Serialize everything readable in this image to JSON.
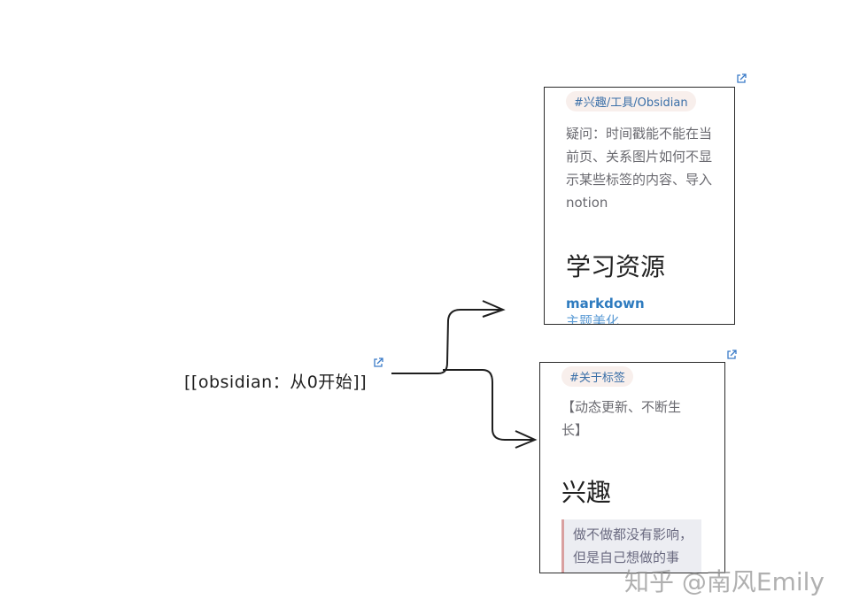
{
  "node_label": "[[obsidian：从0开始]]",
  "cards": [
    {
      "tag": "#兴趣/工具/Obsidian",
      "text": "疑问：时间戳能不能在当前页、关系图片如何不显示某些标签的内容、导入notion",
      "heading": "学习资源",
      "link": "markdown",
      "link2": "主题美化"
    },
    {
      "tag": "#关于标签",
      "text": "【动态更新、不断生长】",
      "heading": "兴趣",
      "quote": "做不做都没有影响，但是自己想做的事"
    }
  ],
  "watermark": "知乎 @南风Emily",
  "icons": {
    "open_link": "external-link-icon"
  },
  "colors": {
    "link": "#2e7bbf",
    "tag_bg": "#f8efec",
    "stroke": "#1e1e1e"
  }
}
